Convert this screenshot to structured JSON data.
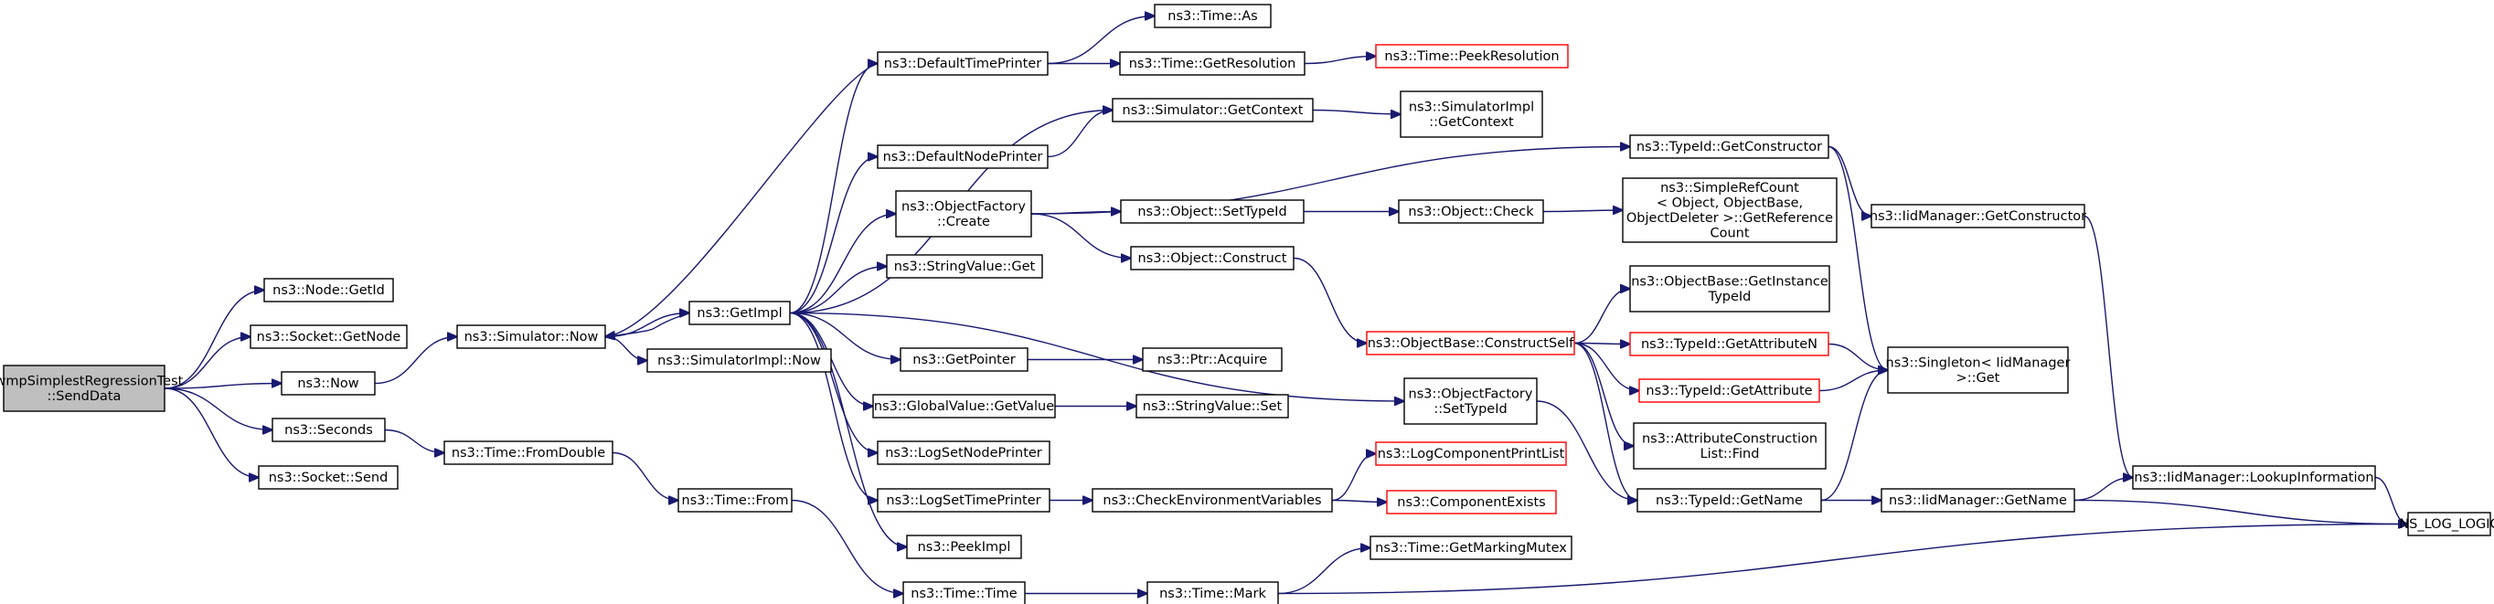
{
  "diagram": {
    "nodes": [
      {
        "id": "root",
        "lines": [
          "HwmpSimplestRegressionTest",
          "::SendData"
        ],
        "style": "root"
      },
      {
        "id": "nodegetid",
        "lines": [
          "ns3::Node::GetId"
        ]
      },
      {
        "id": "socketgetnode",
        "lines": [
          "ns3::Socket::GetNode"
        ]
      },
      {
        "id": "now",
        "lines": [
          "ns3::Now"
        ]
      },
      {
        "id": "seconds",
        "lines": [
          "ns3::Seconds"
        ]
      },
      {
        "id": "socketsend",
        "lines": [
          "ns3::Socket::Send"
        ]
      },
      {
        "id": "simnow",
        "lines": [
          "ns3::Simulator::Now"
        ]
      },
      {
        "id": "timefromdouble",
        "lines": [
          "ns3::Time::FromDouble"
        ]
      },
      {
        "id": "getimpl",
        "lines": [
          "ns3::GetImpl"
        ]
      },
      {
        "id": "simimplnow",
        "lines": [
          "ns3::SimulatorImpl::Now"
        ]
      },
      {
        "id": "timefrom",
        "lines": [
          "ns3::Time::From"
        ]
      },
      {
        "id": "defaulttimeprinter",
        "lines": [
          "ns3::DefaultTimePrinter"
        ]
      },
      {
        "id": "defaultnodeprinter",
        "lines": [
          "ns3::DefaultNodePrinter"
        ]
      },
      {
        "id": "objfactorycreate",
        "lines": [
          "ns3::ObjectFactory",
          "::Create"
        ]
      },
      {
        "id": "stringvalueget",
        "lines": [
          "ns3::StringValue::Get"
        ]
      },
      {
        "id": "getpointer",
        "lines": [
          "ns3::GetPointer"
        ]
      },
      {
        "id": "globalvaluegetvalue",
        "lines": [
          "ns3::GlobalValue::GetValue"
        ]
      },
      {
        "id": "logsetnodeprinter",
        "lines": [
          "ns3::LogSetNodePrinter"
        ]
      },
      {
        "id": "logsettimeprinter",
        "lines": [
          "ns3::LogSetTimePrinter"
        ]
      },
      {
        "id": "peekimpl",
        "lines": [
          "ns3::PeekImpl"
        ]
      },
      {
        "id": "timetime",
        "lines": [
          "ns3::Time::Time"
        ]
      },
      {
        "id": "timeas",
        "lines": [
          "ns3::Time::As"
        ]
      },
      {
        "id": "timegetresolution",
        "lines": [
          "ns3::Time::GetResolution"
        ]
      },
      {
        "id": "simgetcontext",
        "lines": [
          "ns3::Simulator::GetContext"
        ]
      },
      {
        "id": "objsettypeid",
        "lines": [
          "ns3::Object::SetTypeId"
        ]
      },
      {
        "id": "objconstruct",
        "lines": [
          "ns3::Object::Construct"
        ]
      },
      {
        "id": "ptracquire",
        "lines": [
          "ns3::Ptr::Acquire"
        ]
      },
      {
        "id": "stringvalueset",
        "lines": [
          "ns3::StringValue::Set"
        ]
      },
      {
        "id": "checkenv",
        "lines": [
          "ns3::CheckEnvironmentVariables"
        ]
      },
      {
        "id": "timemark",
        "lines": [
          "ns3::Time::Mark"
        ]
      },
      {
        "id": "timepeekres",
        "lines": [
          "ns3::Time::PeekResolution"
        ],
        "style": "red"
      },
      {
        "id": "simimplgetcontext",
        "lines": [
          "ns3::SimulatorImpl",
          "::GetContext"
        ]
      },
      {
        "id": "objcheck",
        "lines": [
          "ns3::Object::Check"
        ]
      },
      {
        "id": "objbaseconstructself",
        "lines": [
          "ns3::ObjectBase::ConstructSelf"
        ],
        "style": "red"
      },
      {
        "id": "objfactorysettypeid",
        "lines": [
          "ns3::ObjectFactory",
          "::SetTypeId"
        ]
      },
      {
        "id": "logcomponentprintlist",
        "lines": [
          "ns3::LogComponentPrintList"
        ],
        "style": "red"
      },
      {
        "id": "componentexists",
        "lines": [
          "ns3::ComponentExists"
        ],
        "style": "red"
      },
      {
        "id": "timegetmarkingmutex",
        "lines": [
          "ns3::Time::GetMarkingMutex"
        ]
      },
      {
        "id": "typeidgetconstructor",
        "lines": [
          "ns3::TypeId::GetConstructor"
        ]
      },
      {
        "id": "simplerefcount",
        "lines": [
          "ns3::SimpleRefCount",
          "< Object, ObjectBase,",
          "ObjectDeleter >::GetReference",
          "Count"
        ]
      },
      {
        "id": "objbasegetinstance",
        "lines": [
          "ns3::ObjectBase::GetInstance",
          "TypeId"
        ]
      },
      {
        "id": "typeidgetattributen",
        "lines": [
          "ns3::TypeId::GetAttributeN"
        ],
        "style": "red"
      },
      {
        "id": "typeidgetattribute",
        "lines": [
          "ns3::TypeId::GetAttribute"
        ],
        "style": "red"
      },
      {
        "id": "attrconstructionfind",
        "lines": [
          "ns3::AttributeConstruction",
          "List::Find"
        ]
      },
      {
        "id": "typeidgetname",
        "lines": [
          "ns3::TypeId::GetName"
        ]
      },
      {
        "id": "iidmanagergetconstructor",
        "lines": [
          "ns3::IidManager::GetConstructor"
        ]
      },
      {
        "id": "singletonget",
        "lines": [
          "ns3::Singleton< IidManager",
          ">::Get"
        ]
      },
      {
        "id": "iidmanagergetname",
        "lines": [
          "ns3::IidManager::GetName"
        ]
      },
      {
        "id": "iidmanagerlookup",
        "lines": [
          "ns3::IidManager::LookupInformation"
        ]
      },
      {
        "id": "nsloglogic",
        "lines": [
          "NS_LOG_LOGIC"
        ]
      }
    ]
  }
}
